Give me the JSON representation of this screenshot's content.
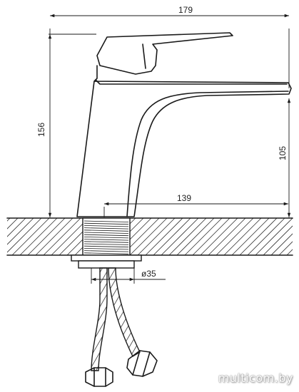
{
  "dimensions": {
    "width_total": "179",
    "height_total": "156",
    "spout_height": "105",
    "spout_reach": "139",
    "diameter": "ø35"
  },
  "watermark": "multicom.by"
}
